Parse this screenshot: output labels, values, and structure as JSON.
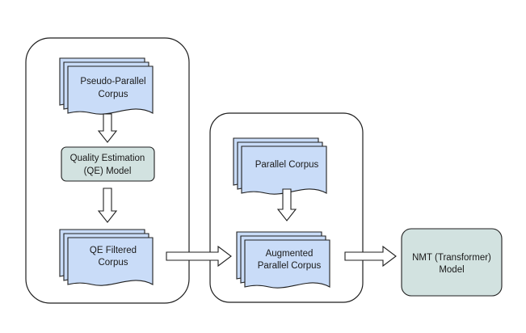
{
  "colors": {
    "document_fill": "#c9dcf8",
    "document_stroke": "#1f1f1f",
    "process_fill": "#d2e2e0",
    "container_stroke": "#1f1f1f",
    "arrow_fill": "#ffffff"
  },
  "nodes": {
    "pseudo_parallel_corpus": {
      "line1": "Pseudo-Parallel",
      "line2": "Corpus"
    },
    "qe_model": {
      "line1": "Quality Estimation",
      "line2": "(QE) Model"
    },
    "qe_filtered_corpus": {
      "line1": "QE Filtered",
      "line2": "Corpus"
    },
    "parallel_corpus": {
      "line1": "Parallel Corpus"
    },
    "augmented_parallel_corpus": {
      "line1": "Augmented",
      "line2": "Parallel Corpus"
    },
    "nmt_model": {
      "line1": "NMT (Transformer)",
      "line2": "Model"
    }
  }
}
